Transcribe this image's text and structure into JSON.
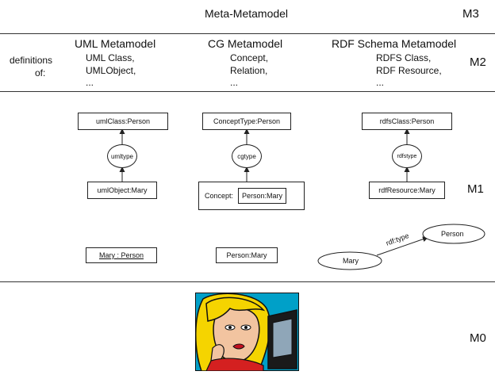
{
  "m3": {
    "title": "Meta-Metamodel",
    "level": "M3"
  },
  "m2": {
    "level": "M2",
    "definitions_label_1": "definitions",
    "definitions_label_2": "of:",
    "columns": [
      {
        "title": "UML Metamodel",
        "lines": [
          "UML Class,",
          "UMLObject,",
          "..."
        ]
      },
      {
        "title": "CG Metamodel",
        "lines": [
          "Concept,",
          "Relation,",
          "..."
        ]
      },
      {
        "title": "RDF Schema Metamodel",
        "lines": [
          "RDFS Class,",
          "RDF Resource,",
          "..."
        ]
      }
    ]
  },
  "m1": {
    "level": "M1",
    "uml": {
      "class": "umlClass:Person",
      "relation": "umltype",
      "object": "umlObject:Mary",
      "instance": "Mary : Person"
    },
    "cg": {
      "class": "ConceptType:Person",
      "relation": "cgtype",
      "concept_label": "Concept:",
      "concept_value": "Person:Mary",
      "instance": "Person:Mary"
    },
    "rdf": {
      "class": "rdfsClass:Person",
      "relation": "rdfstype",
      "object": "rdfResource:Mary",
      "node_person": "Person",
      "node_mary": "Mary",
      "edge": "rdf:type"
    }
  },
  "m0": {
    "level": "M0",
    "image": "woman-at-computer-illustration"
  },
  "colors": {
    "lines": "#222222",
    "skin": "#f2c4a0",
    "hair": "#f5d400",
    "shirt": "#d42020",
    "screen": "#1a1a1a",
    "background": "#00a0c8"
  }
}
